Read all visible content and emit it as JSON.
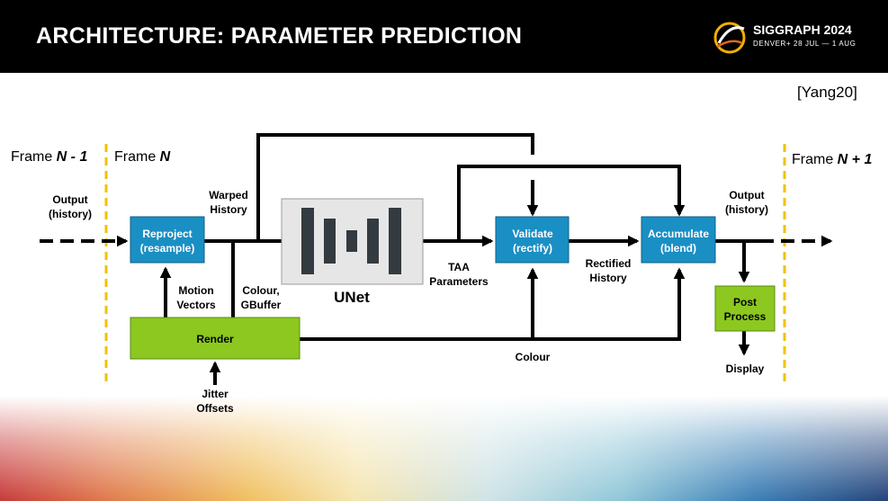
{
  "header": {
    "title": "ARCHITECTURE: PARAMETER PREDICTION",
    "logo": {
      "name": "SIGGRAPH 2024",
      "subtitle": "DENVER+ 28 JUL — 1 AUG"
    }
  },
  "citation": "[Yang20]",
  "frames": {
    "prev": {
      "prefix": "Frame ",
      "var": "N - 1"
    },
    "curr": {
      "prefix": "Frame ",
      "var": "N"
    },
    "next": {
      "prefix": "Frame ",
      "var": "N + 1"
    }
  },
  "nodes": {
    "reproject": {
      "line1": "Reproject",
      "line2": "(resample)"
    },
    "validate": {
      "line1": "Validate",
      "line2": "(rectify)"
    },
    "accumulate": {
      "line1": "Accumulate",
      "line2": "(blend)"
    },
    "render": {
      "label": "Render"
    },
    "post_process": {
      "line1": "Post",
      "line2": "Process"
    },
    "unet": {
      "label": "UNet"
    }
  },
  "edge_labels": {
    "output_history_left": [
      "Output",
      "(history)"
    ],
    "warped_history": [
      "Warped",
      "History"
    ],
    "motion_vectors": [
      "Motion",
      "Vectors"
    ],
    "colour_gbuffer": [
      "Colour,",
      "GBuffer"
    ],
    "taa_parameters": [
      "TAA",
      "Parameters"
    ],
    "rectified_history": [
      "Rectified",
      "History"
    ],
    "output_history_right": [
      "Output",
      "(history)"
    ],
    "colour": "Colour",
    "display": "Display",
    "jitter_offsets": [
      "Jitter",
      "Offsets"
    ]
  },
  "colors": {
    "blue_box": "#1a8fc4",
    "green_box": "#8cc820",
    "frame_divider": "#f2c200",
    "unet_bg": "#e6e6e6",
    "unet_bars": "#333a40"
  }
}
